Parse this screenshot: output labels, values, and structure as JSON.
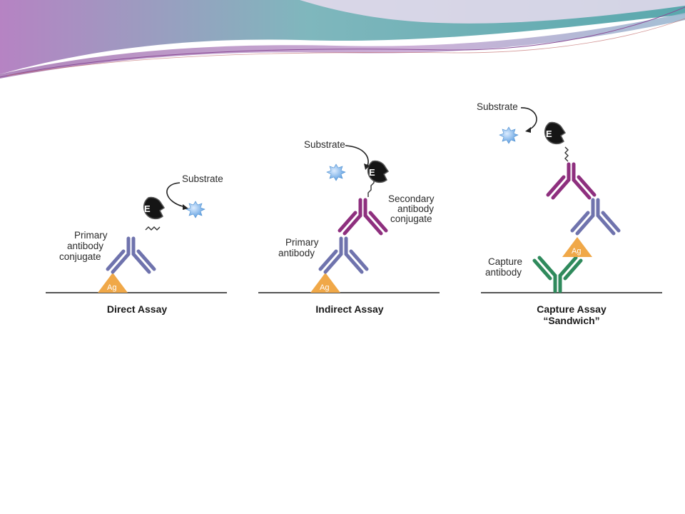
{
  "colors": {
    "primary_antibody": "#6f73ad",
    "secondary_antibody": "#8e2f7e",
    "capture_antibody": "#2f8a5c",
    "antigen": "#f0a848",
    "enzyme": "#151515",
    "substrate": "#7fb2e6",
    "banner_teal": "#5fb0b0",
    "banner_purple": "#b07ab8"
  },
  "panels": {
    "direct": {
      "title": "Direct Assay",
      "substrate_label": "Substrate",
      "antibody_label": [
        "Primary",
        "antibody",
        "conjugate"
      ],
      "antigen_label": "Ag",
      "enzyme_label": "E"
    },
    "indirect": {
      "title": "Indirect Assay",
      "substrate_label": "Substrate",
      "secondary_label": [
        "Secondary",
        "antibody",
        "conjugate"
      ],
      "primary_label": [
        "Primary",
        "antibody"
      ],
      "antigen_label": "Ag",
      "enzyme_label": "E"
    },
    "capture": {
      "title_line1": "Capture Assay",
      "title_line2": "“Sandwich”",
      "substrate_label": "Substrate",
      "capture_label": [
        "Capture",
        "antibody"
      ],
      "antigen_label": "Ag",
      "enzyme_label": "E"
    }
  }
}
